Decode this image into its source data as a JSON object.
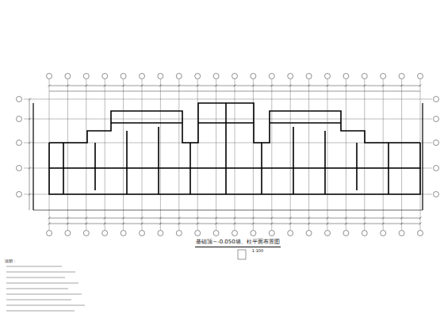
{
  "diagram": {
    "title": "基础顶~-0.050墙、柱平面布置图",
    "labels": [
      "1:100",
      "说明："
    ]
  }
}
